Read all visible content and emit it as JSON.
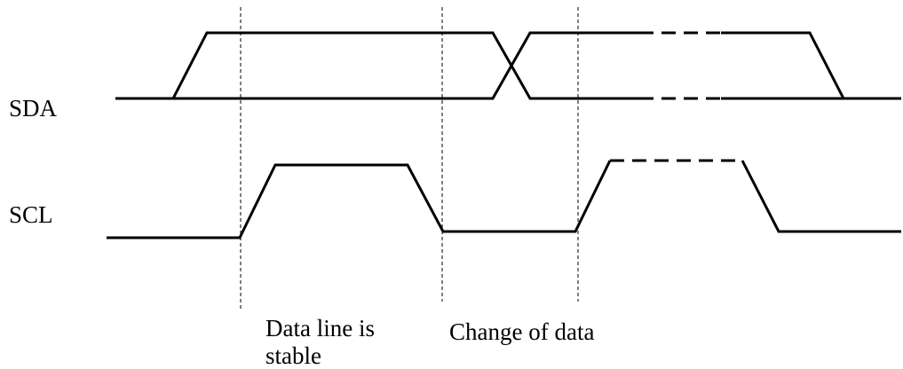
{
  "signals": {
    "sda_label": "SDA",
    "scl_label": "SCL"
  },
  "annotations": {
    "stable_line1": "Data line is",
    "stable_line2": "stable",
    "change": "Change of data"
  }
}
